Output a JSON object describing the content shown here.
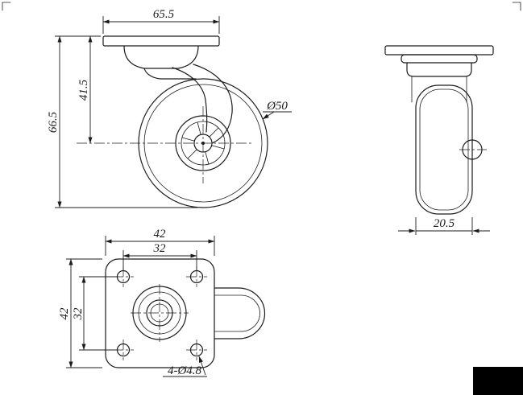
{
  "colors": {
    "line": "#1c1c1c",
    "background": "#ffffff",
    "logo_block": "#000000"
  },
  "views": {
    "front": {
      "dim_plate_width": "65.5",
      "dim_mount_height": "41.5",
      "dim_total_height": "66.5",
      "dim_wheel_diameter": "Ø50"
    },
    "side": {
      "dim_wheel_width": "20.5"
    },
    "bottom": {
      "dim_plate_width": "42",
      "dim_hole_pitch_width": "32",
      "dim_plate_height": "42",
      "dim_hole_pitch_height": "32",
      "dim_mounting_holes": "4-Ø4.8"
    }
  }
}
